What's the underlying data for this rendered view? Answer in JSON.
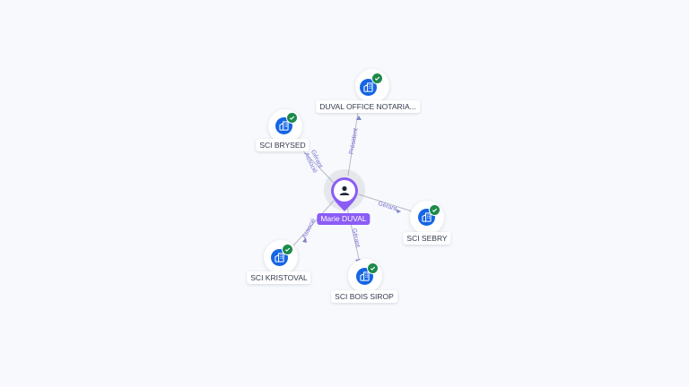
{
  "person": {
    "name": "Marie DUVAL",
    "icon": "person-icon",
    "accent_color": "#8b5cf6"
  },
  "companies": [
    {
      "id": "duval-office",
      "name": "DUVAL OFFICE NOTARIA...",
      "icon": "company-building-icon",
      "verified": true
    },
    {
      "id": "sci-brysed",
      "name": "SCI BRYSED",
      "icon": "company-building-icon",
      "verified": true
    },
    {
      "id": "sci-sebry",
      "name": "SCI SEBRY",
      "icon": "company-building-icon",
      "verified": true
    },
    {
      "id": "sci-kristoval",
      "name": "SCI KRISTOVAL",
      "icon": "company-building-icon",
      "verified": true
    },
    {
      "id": "sci-bois-sirop",
      "name": "SCI BOIS SIROP",
      "icon": "company-building-icon",
      "verified": true
    }
  ],
  "relations": [
    {
      "to": "duval-office",
      "label": "Président"
    },
    {
      "to": "sci-brysed",
      "label": "Gérant Associé"
    },
    {
      "to": "sci-sebry",
      "label": "Gérant"
    },
    {
      "to": "sci-kristoval",
      "label": "Associé"
    },
    {
      "to": "sci-bois-sirop",
      "label": "Gérant"
    }
  ],
  "colors": {
    "company_icon": "#1565e4",
    "verified_badge": "#1c8a4a",
    "edge_label": "#7b6fd6",
    "background": "#f7f9fc"
  }
}
